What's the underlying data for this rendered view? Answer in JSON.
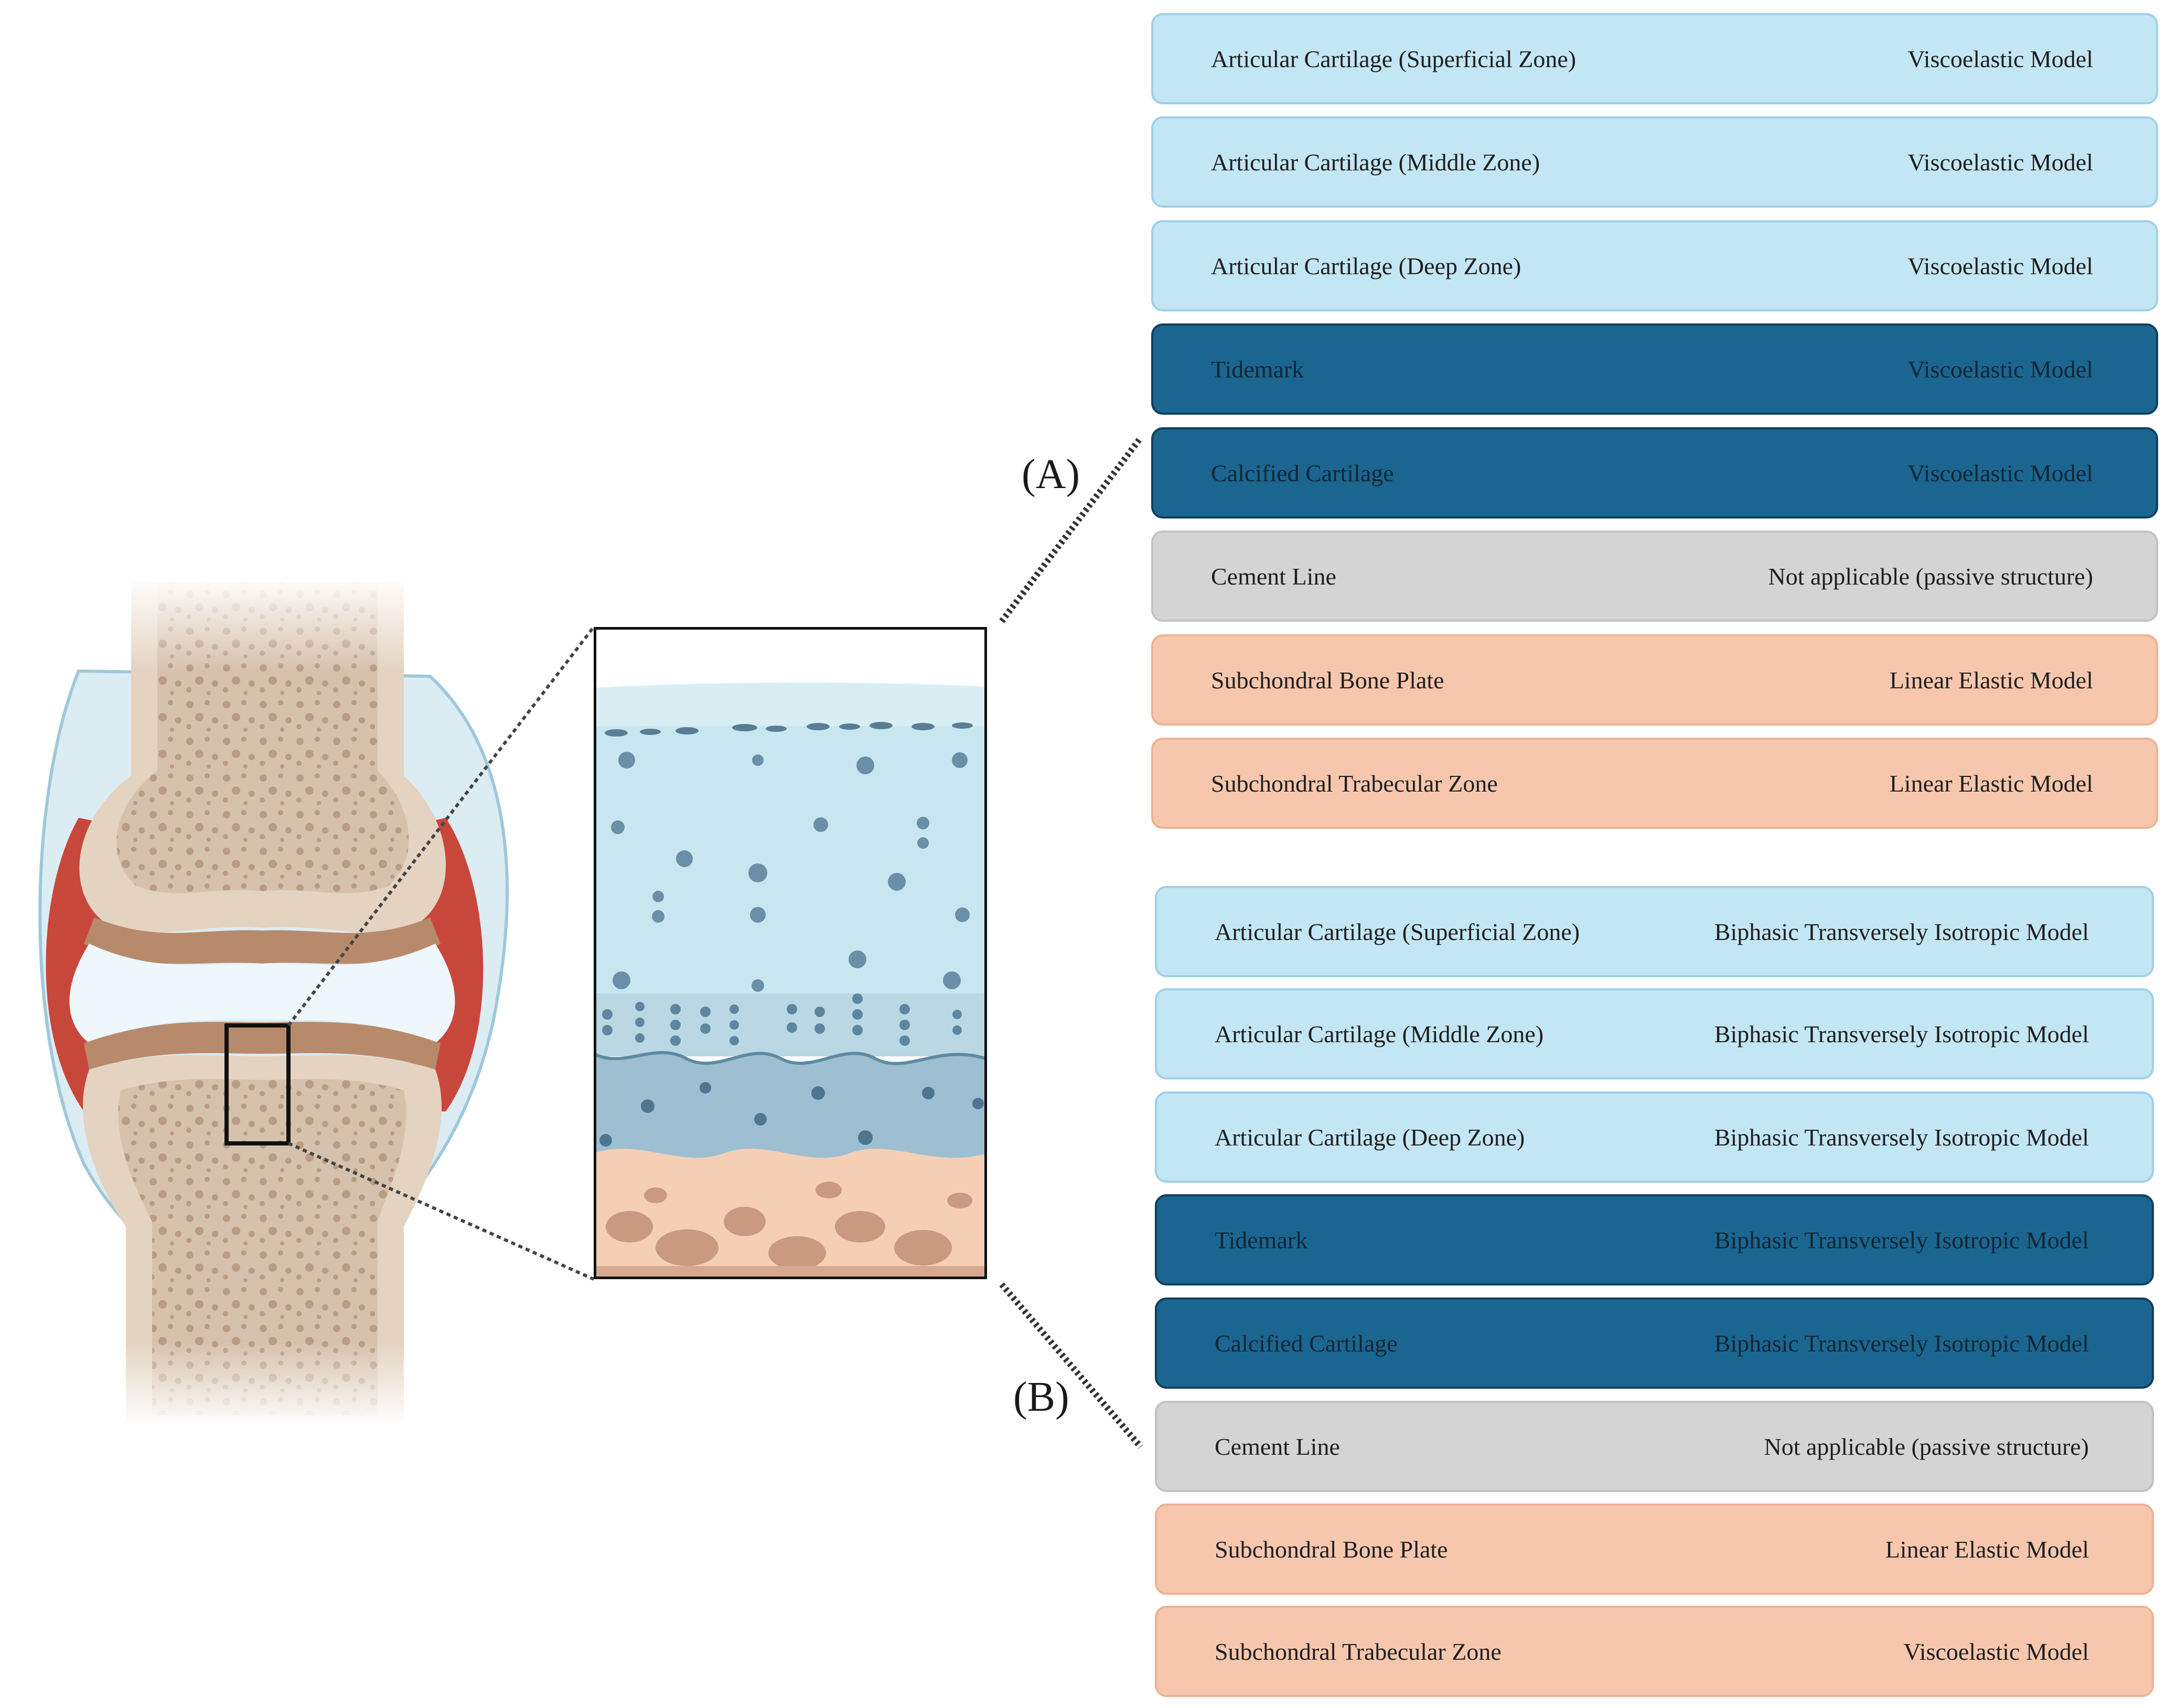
{
  "labels": {
    "panel_a": "(A)",
    "panel_b": "(B)"
  },
  "colors": {
    "light_blue": "#c3e6f4",
    "dark_blue": "#1b6690",
    "gray": "#d4d4d4",
    "peach": "#f6c7ad",
    "bone": "#d9c5b2",
    "cartilage_red": "#c8473b"
  },
  "panel_a": {
    "rows": [
      {
        "tissue": "Articular Cartilage (Superficial Zone)",
        "model": "Viscoelastic Model",
        "tone": "light"
      },
      {
        "tissue": "Articular Cartilage (Middle Zone)",
        "model": "Viscoelastic Model",
        "tone": "light"
      },
      {
        "tissue": "Articular Cartilage (Deep Zone)",
        "model": "Viscoelastic Model",
        "tone": "light"
      },
      {
        "tissue": "Tidemark",
        "model": "Viscoelastic Model",
        "tone": "dark"
      },
      {
        "tissue": "Calcified Cartilage",
        "model": "Viscoelastic Model",
        "tone": "dark"
      },
      {
        "tissue": "Cement Line",
        "model": "Not applicable (passive structure)",
        "tone": "gray"
      },
      {
        "tissue": "Subchondral Bone Plate",
        "model": "Linear Elastic Model",
        "tone": "peach"
      },
      {
        "tissue": "Subchondral Trabecular Zone",
        "model": "Linear Elastic Model",
        "tone": "peach"
      }
    ]
  },
  "panel_b": {
    "rows": [
      {
        "tissue": "Articular Cartilage (Superficial Zone)",
        "model": "Biphasic Transversely Isotropic Model",
        "tone": "light"
      },
      {
        "tissue": "Articular Cartilage (Middle Zone)",
        "model": "Biphasic Transversely Isotropic Model",
        "tone": "light"
      },
      {
        "tissue": "Articular Cartilage (Deep Zone)",
        "model": "Biphasic Transversely Isotropic Model",
        "tone": "light"
      },
      {
        "tissue": "Tidemark",
        "model": "Biphasic Transversely Isotropic Model",
        "tone": "dark"
      },
      {
        "tissue": "Calcified Cartilage",
        "model": "Biphasic Transversely Isotropic Model",
        "tone": "dark"
      },
      {
        "tissue": "Cement Line",
        "model": "Not applicable (passive structure)",
        "tone": "gray"
      },
      {
        "tissue": "Subchondral Bone Plate",
        "model": "Linear Elastic Model",
        "tone": "peach"
      },
      {
        "tissue": "Subchondral Trabecular Zone",
        "model": "Viscoelastic Model",
        "tone": "peach"
      }
    ]
  }
}
